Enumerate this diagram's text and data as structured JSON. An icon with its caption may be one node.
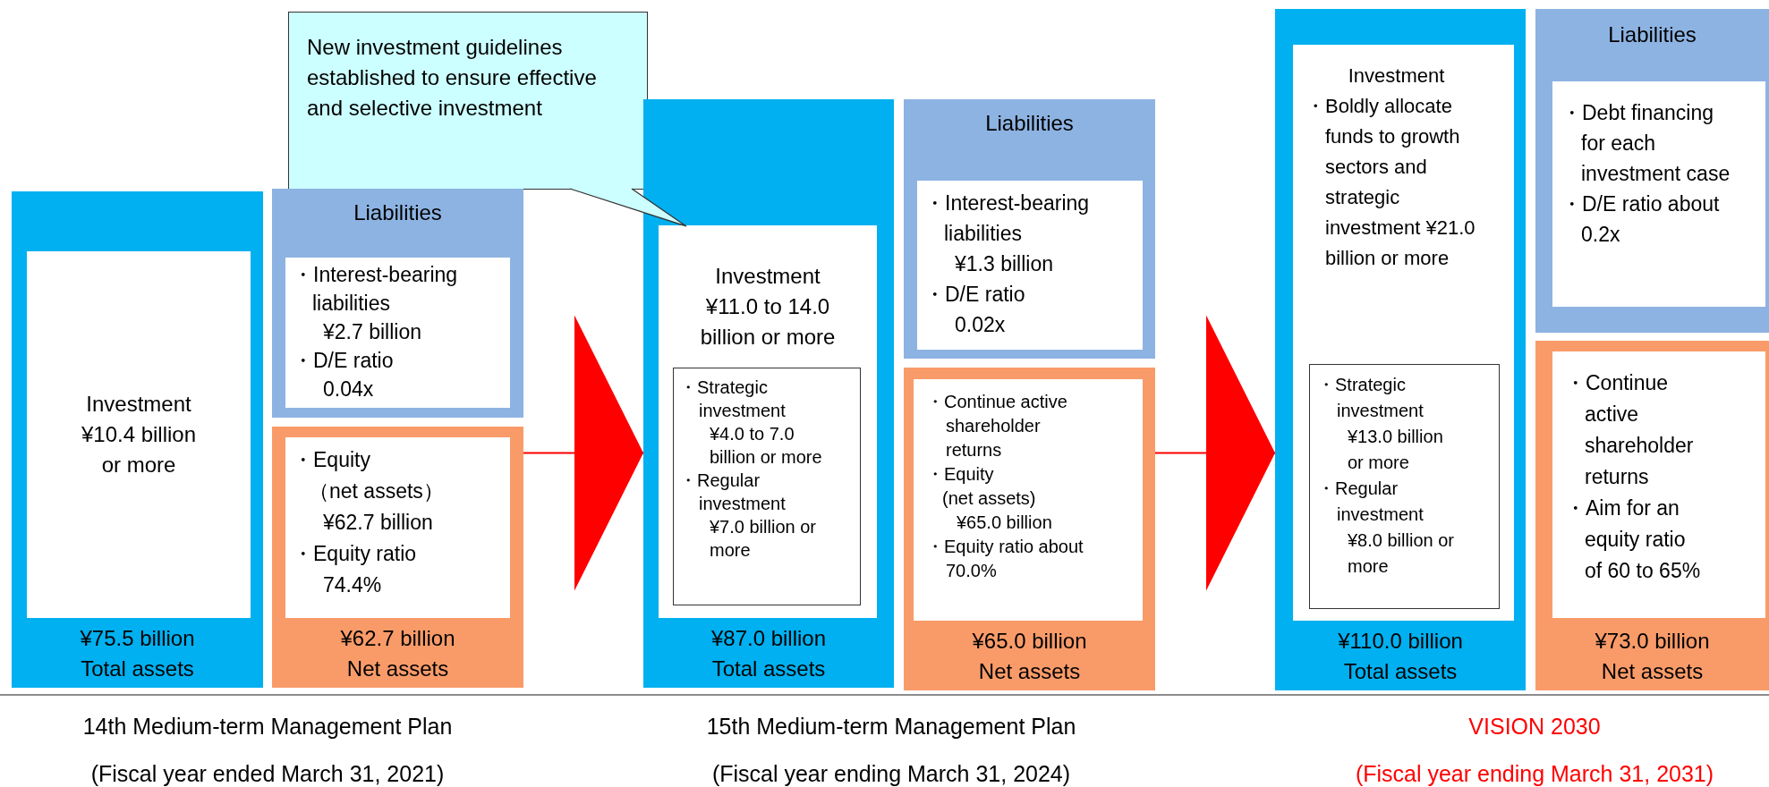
{
  "diagram": {
    "nodes": [
      {
        "text": [
          "New investment guidelines established to ensure effective and selective investment"
        ]
      },
      {
        "text": [
          "¥75.5 billion",
          "Total assets"
        ]
      },
      {
        "text": [
          "Investment ¥10.4 billion or more"
        ],
        "in": 1
      },
      {
        "text": [
          "Liabilities"
        ]
      },
      {
        "text": [
          "・Interest-bearing liabilities",
          "¥2.7 billion",
          "・D/E ratio",
          "0.04x"
        ],
        "in": 3
      },
      {
        "text": [
          "¥62.7 billion",
          "Net assets"
        ]
      },
      {
        "text": [
          "・Equity",
          "（net assets）",
          "¥62.7 billion",
          "・Equity ratio",
          "74.4%"
        ],
        "in": 5
      },
      {
        "text": [
          "¥87.0 billion",
          "Total assets"
        ]
      },
      {
        "text": [
          "Investment ¥11.0 to 14.0 billion or more"
        ],
        "in": 7
      },
      {
        "text": [
          "・Strategic investment",
          "¥4.0 to 7.0 billion or more",
          "・Regular investment",
          "¥7.0 billion or more"
        ],
        "in": 8
      },
      {
        "text": [
          "Liabilities"
        ]
      },
      {
        "text": [
          "・Interest-bearing liabilities",
          "¥1.3 billion",
          "・D/E ratio",
          "0.02x"
        ],
        "in": 10
      },
      {
        "text": [
          "¥65.0 billion",
          "Net assets"
        ]
      },
      {
        "text": [
          "・Continue active shareholder returns",
          "・Equity",
          "(net assets)",
          "¥65.0 billion",
          "・Equity ratio about 70.0%"
        ],
        "in": 12
      },
      {
        "text": [
          "¥110.0 billion",
          "Total assets"
        ]
      },
      {
        "text": [
          "Investment",
          "・Boldly allocate funds to growth sectors and strategic investment ¥21.0 billion or more"
        ],
        "in": 14
      },
      {
        "text": [
          "・Strategic investment",
          "¥13.0 billion or more",
          "・Regular investment",
          "¥8.0 billion or more"
        ],
        "in": 15
      },
      {
        "text": [
          "Liabilities"
        ]
      },
      {
        "text": [
          "・Debt financing for each investment case",
          "・D/E ratio about 0.2x"
        ],
        "in": 17
      },
      {
        "text": [
          "¥73.0 billion",
          "Net assets"
        ]
      },
      {
        "text": [
          "・Continue active shareholder returns",
          "・Aim for an equity ratio of 60 to 65%"
        ],
        "in": 19
      }
    ],
    "edges": [
      {
        "from": 0,
        "to": 8,
        "arrow": "none",
        "color": "#333333"
      },
      {
        "from": 5,
        "to": 7,
        "arrow": "to"
      },
      {
        "from": 12,
        "to": 14,
        "arrow": "to"
      }
    ],
    "labels": [
      "14th Medium-term Management Plan",
      "(Fiscal year ended March 31, 2021)",
      "15th Medium-term Management Plan",
      "(Fiscal year ending March 31, 2024)",
      "VISION 2030",
      "(Fiscal year ending March 31, 2031)"
    ]
  }
}
